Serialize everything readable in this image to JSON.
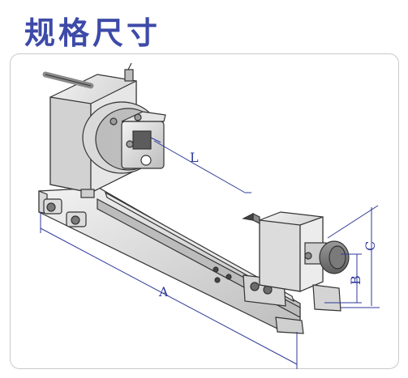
{
  "header": {
    "title": "规格尺寸"
  },
  "drawing": {
    "labels": {
      "L": "L",
      "A": "A",
      "B": "B",
      "C": "C"
    },
    "colors": {
      "title": "#3d4aa8",
      "dimension": "#2f3a9a",
      "frame": "#c9c9c9",
      "line": "#333333",
      "shade": "#c8c8c8"
    }
  }
}
